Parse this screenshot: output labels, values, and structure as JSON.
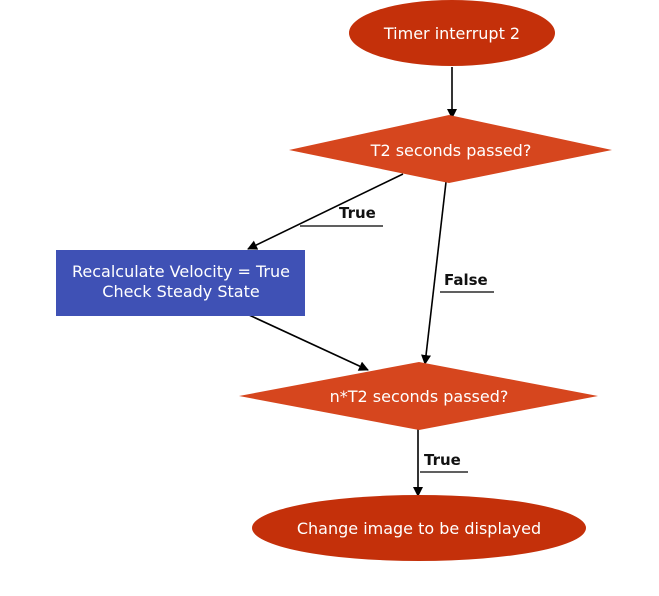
{
  "colors": {
    "terminal": "#c4300a",
    "decision": "#d6461e",
    "process": "#3f51b5",
    "edge": "#000000"
  },
  "nodes": {
    "start": {
      "label": "Timer interrupt 2",
      "shape": "ellipse"
    },
    "decision1": {
      "label": "T2 seconds passed?",
      "shape": "diamond"
    },
    "process": {
      "line1": "Recalculate Velocity = True",
      "line2": "Check Steady State",
      "shape": "rectangle"
    },
    "decision2": {
      "label": "n*T2 seconds passed?",
      "shape": "diamond"
    },
    "end": {
      "label": "Change image to be displayed",
      "shape": "ellipse"
    }
  },
  "edges": {
    "d1_to_process": {
      "label": "True"
    },
    "d1_to_d2": {
      "label": "False"
    },
    "d2_to_end": {
      "label": "True"
    }
  }
}
